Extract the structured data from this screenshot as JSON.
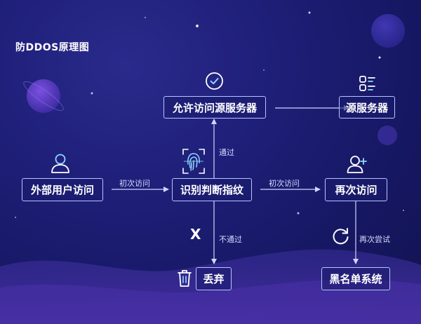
{
  "title": "防DDOS原理图",
  "nodes": {
    "allow": "允许访问源服务器",
    "origin": "源服务器",
    "external": "外部用户访问",
    "identify": "识别判断指纹",
    "revisit": "再次访问",
    "discard": "丢弃",
    "blacklist": "黑名单系统"
  },
  "edges": {
    "first_visit_1": "初次访问",
    "first_visit_2": "初次访问",
    "pass": "通过",
    "fail": "不通过",
    "retry": "再次尝试"
  },
  "icons": {
    "check": "check-circle-icon",
    "list": "list-grid-icon",
    "user": "user-icon",
    "user_add": "user-add-icon",
    "fingerprint": "fingerprint-icon",
    "cross": "x-mark-icon",
    "trash": "trash-icon",
    "refresh": "refresh-icon"
  },
  "cross_mark": "X",
  "colors": {
    "background": "#1b1c6e",
    "box_border": "#b9c3ff",
    "arrow": "#cfd5ff",
    "icon_accent": "#8fd7ff"
  }
}
